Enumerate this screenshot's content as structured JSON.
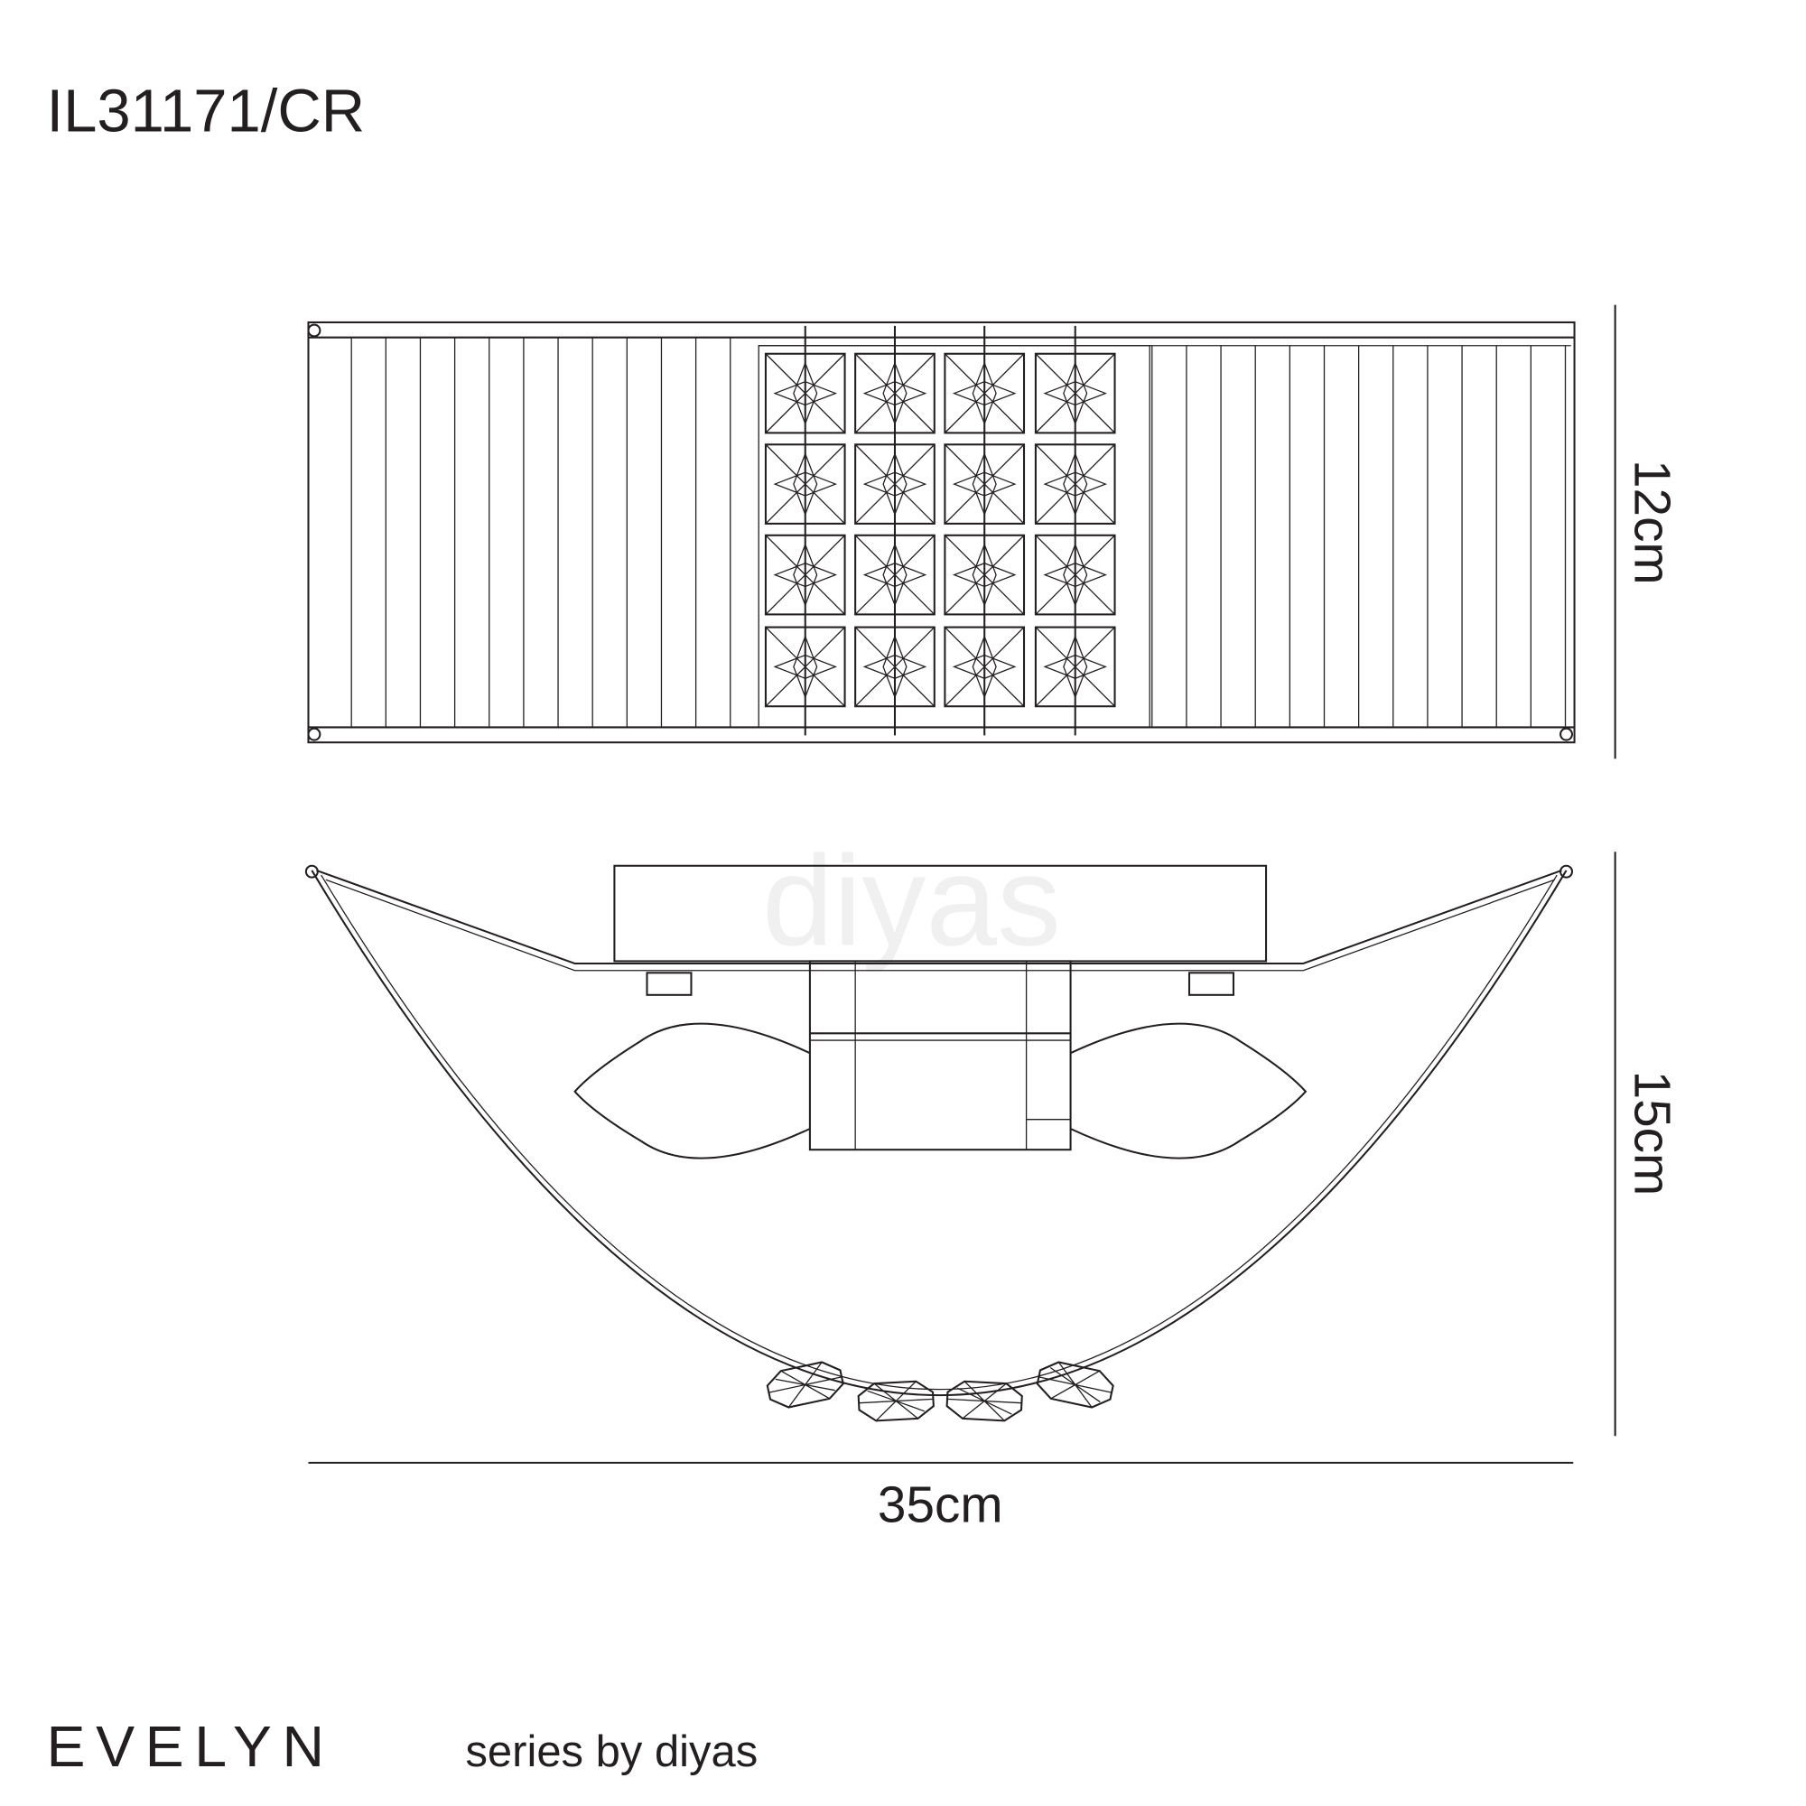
{
  "header": {
    "model_code": "IL31171/CR"
  },
  "dimensions": {
    "height_top_view": "12cm",
    "height_side_view": "15cm",
    "width": "35cm"
  },
  "watermark": {
    "text": "diyas"
  },
  "footer": {
    "series_name": "EVELYN",
    "series_tagline": "series by diyas"
  },
  "colors": {
    "line": "#231f20",
    "background": "#ffffff",
    "watermark": "#f0f0f0"
  }
}
